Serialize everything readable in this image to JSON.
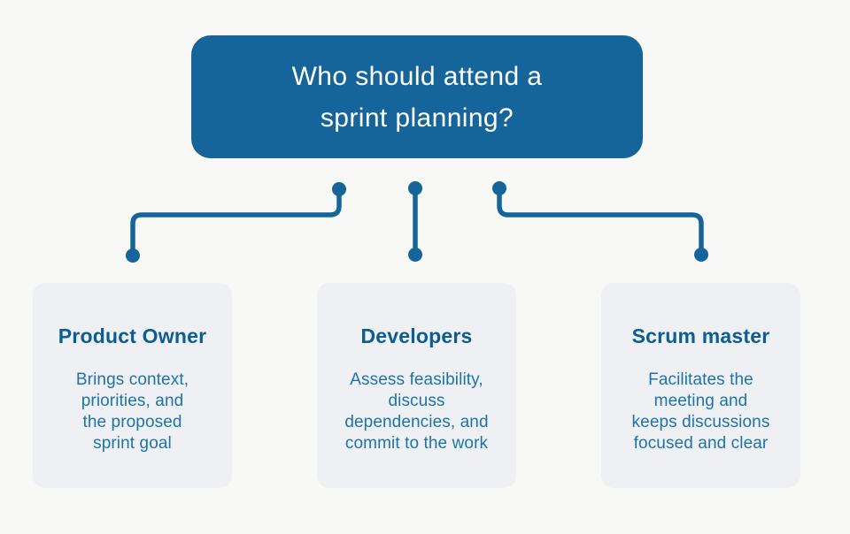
{
  "colors": {
    "primary_blue": "#15659A",
    "card_background": "#EEF0F4",
    "page_background": "#F8F8F7",
    "heading_text": "#0D5C92",
    "body_text": "#1E74A8",
    "title_text": "#FFFFFF"
  },
  "title": "Who should attend a\nsprint planning?",
  "cards": [
    {
      "heading": "Product Owner",
      "body": "Brings context,\npriorities, and\nthe proposed\nsprint goal"
    },
    {
      "heading": "Developers",
      "body": "Assess feasibility,\ndiscuss\ndependencies, and\ncommit to the work"
    },
    {
      "heading": "Scrum master",
      "body": "Facilitates the\nmeeting and\nkeeps discussions\nfocused and clear"
    }
  ]
}
